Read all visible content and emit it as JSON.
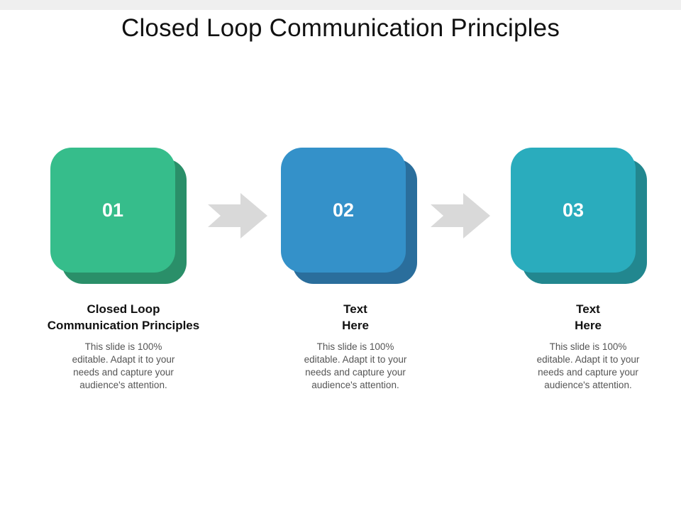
{
  "slide": {
    "title": "Closed Loop Communication Principles"
  },
  "steps": [
    {
      "number": "01",
      "title_line1": "Closed Loop",
      "title_line2": "Communication Principles",
      "desc_line1": "This slide is 100%",
      "desc_line2": "editable. Adapt it to your",
      "desc_line3": "needs and capture your",
      "desc_line4": "audience's attention.",
      "face_color": "#36bd8b",
      "shadow_color": "#2a8f69"
    },
    {
      "number": "02",
      "title_line1": "Text",
      "title_line2": "Here",
      "desc_line1": "This slide is 100%",
      "desc_line2": "editable. Adapt it to your",
      "desc_line3": "needs and capture your",
      "desc_line4": "audience's attention.",
      "face_color": "#3491c9",
      "shadow_color": "#2a6e9c"
    },
    {
      "number": "03",
      "title_line1": "Text",
      "title_line2": "Here",
      "desc_line1": "This slide is 100%",
      "desc_line2": "editable. Adapt it to your",
      "desc_line3": "needs and capture your",
      "desc_line4": "audience's attention.",
      "face_color": "#2aacbd",
      "shadow_color": "#22878f"
    }
  ],
  "arrow_color": "#d9d9d9"
}
